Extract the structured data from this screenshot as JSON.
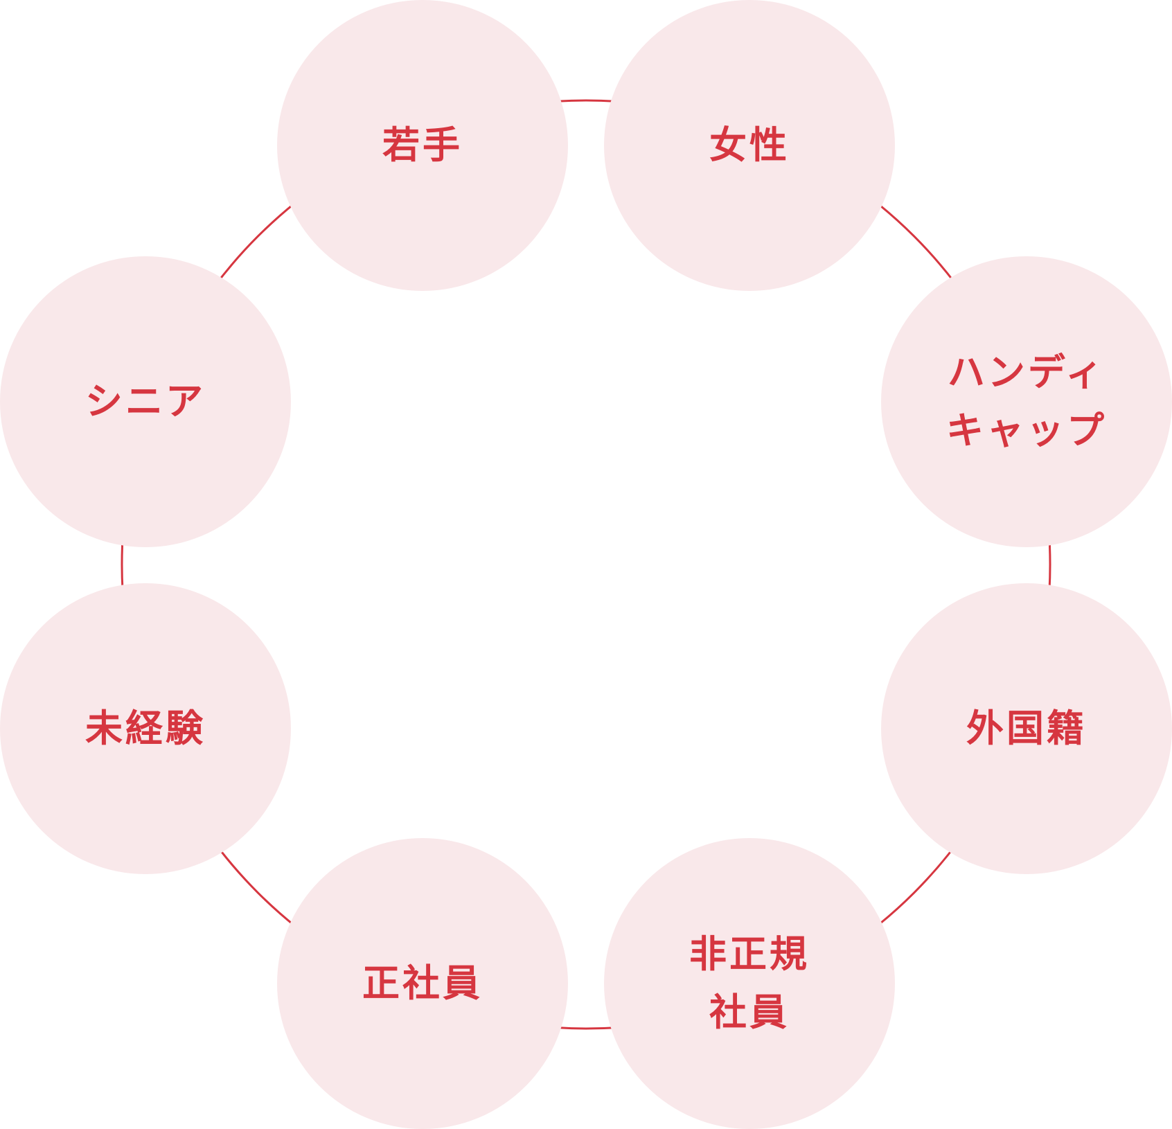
{
  "diagram": {
    "accent_color": "#d63640",
    "node_fill": "#f9e8ea",
    "nodes": [
      {
        "label": "若手"
      },
      {
        "label": "女性"
      },
      {
        "label": "ハンディ\nキャップ"
      },
      {
        "label": "外国籍"
      },
      {
        "label": "非正規\n社員"
      },
      {
        "label": "正社員"
      },
      {
        "label": "未経験"
      },
      {
        "label": "シニア"
      }
    ]
  }
}
